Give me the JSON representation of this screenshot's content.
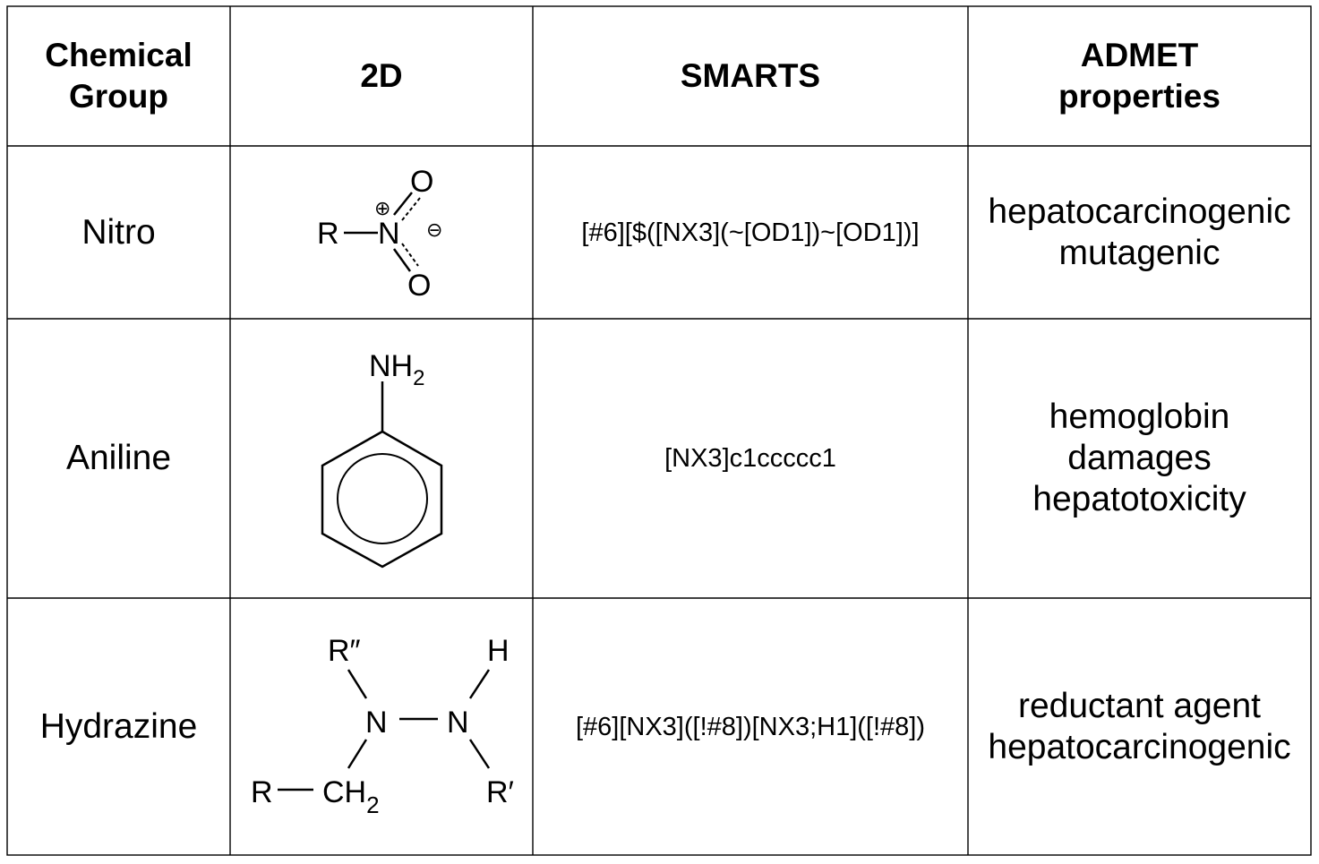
{
  "table": {
    "headers": {
      "group": [
        "Chemical",
        "Group"
      ],
      "structure": "2D",
      "smarts": "SMARTS",
      "admet": [
        "ADMET",
        "properties"
      ]
    },
    "rows": [
      {
        "group": "Nitro",
        "structure": {
          "R": "R",
          "N": "N",
          "O_top": "O",
          "O_bottom": "O",
          "plus": "⊕",
          "minus": "⊖"
        },
        "smarts": "[#6][$([NX3](~[OD1])~[OD1])]",
        "admet": [
          "hepatocarcinogenic",
          "mutagenic"
        ]
      },
      {
        "group": "Aniline",
        "structure": {
          "NH": "NH",
          "sub": "2"
        },
        "smarts": "[NX3]c1ccccc1",
        "admet": [
          "hemoglobin",
          "damages",
          "hepatotoxicity"
        ]
      },
      {
        "group": "Hydrazine",
        "structure": {
          "R2": "R″",
          "H": "H",
          "N1": "N",
          "N2": "N",
          "R": "R",
          "CH": "CH",
          "sub": "2",
          "R1": "R′"
        },
        "smarts": "[#6][NX3]([!#8])[NX3;H1]([!#8])",
        "admet": [
          "reductant agent",
          "hepatocarcinogenic"
        ]
      }
    ]
  }
}
